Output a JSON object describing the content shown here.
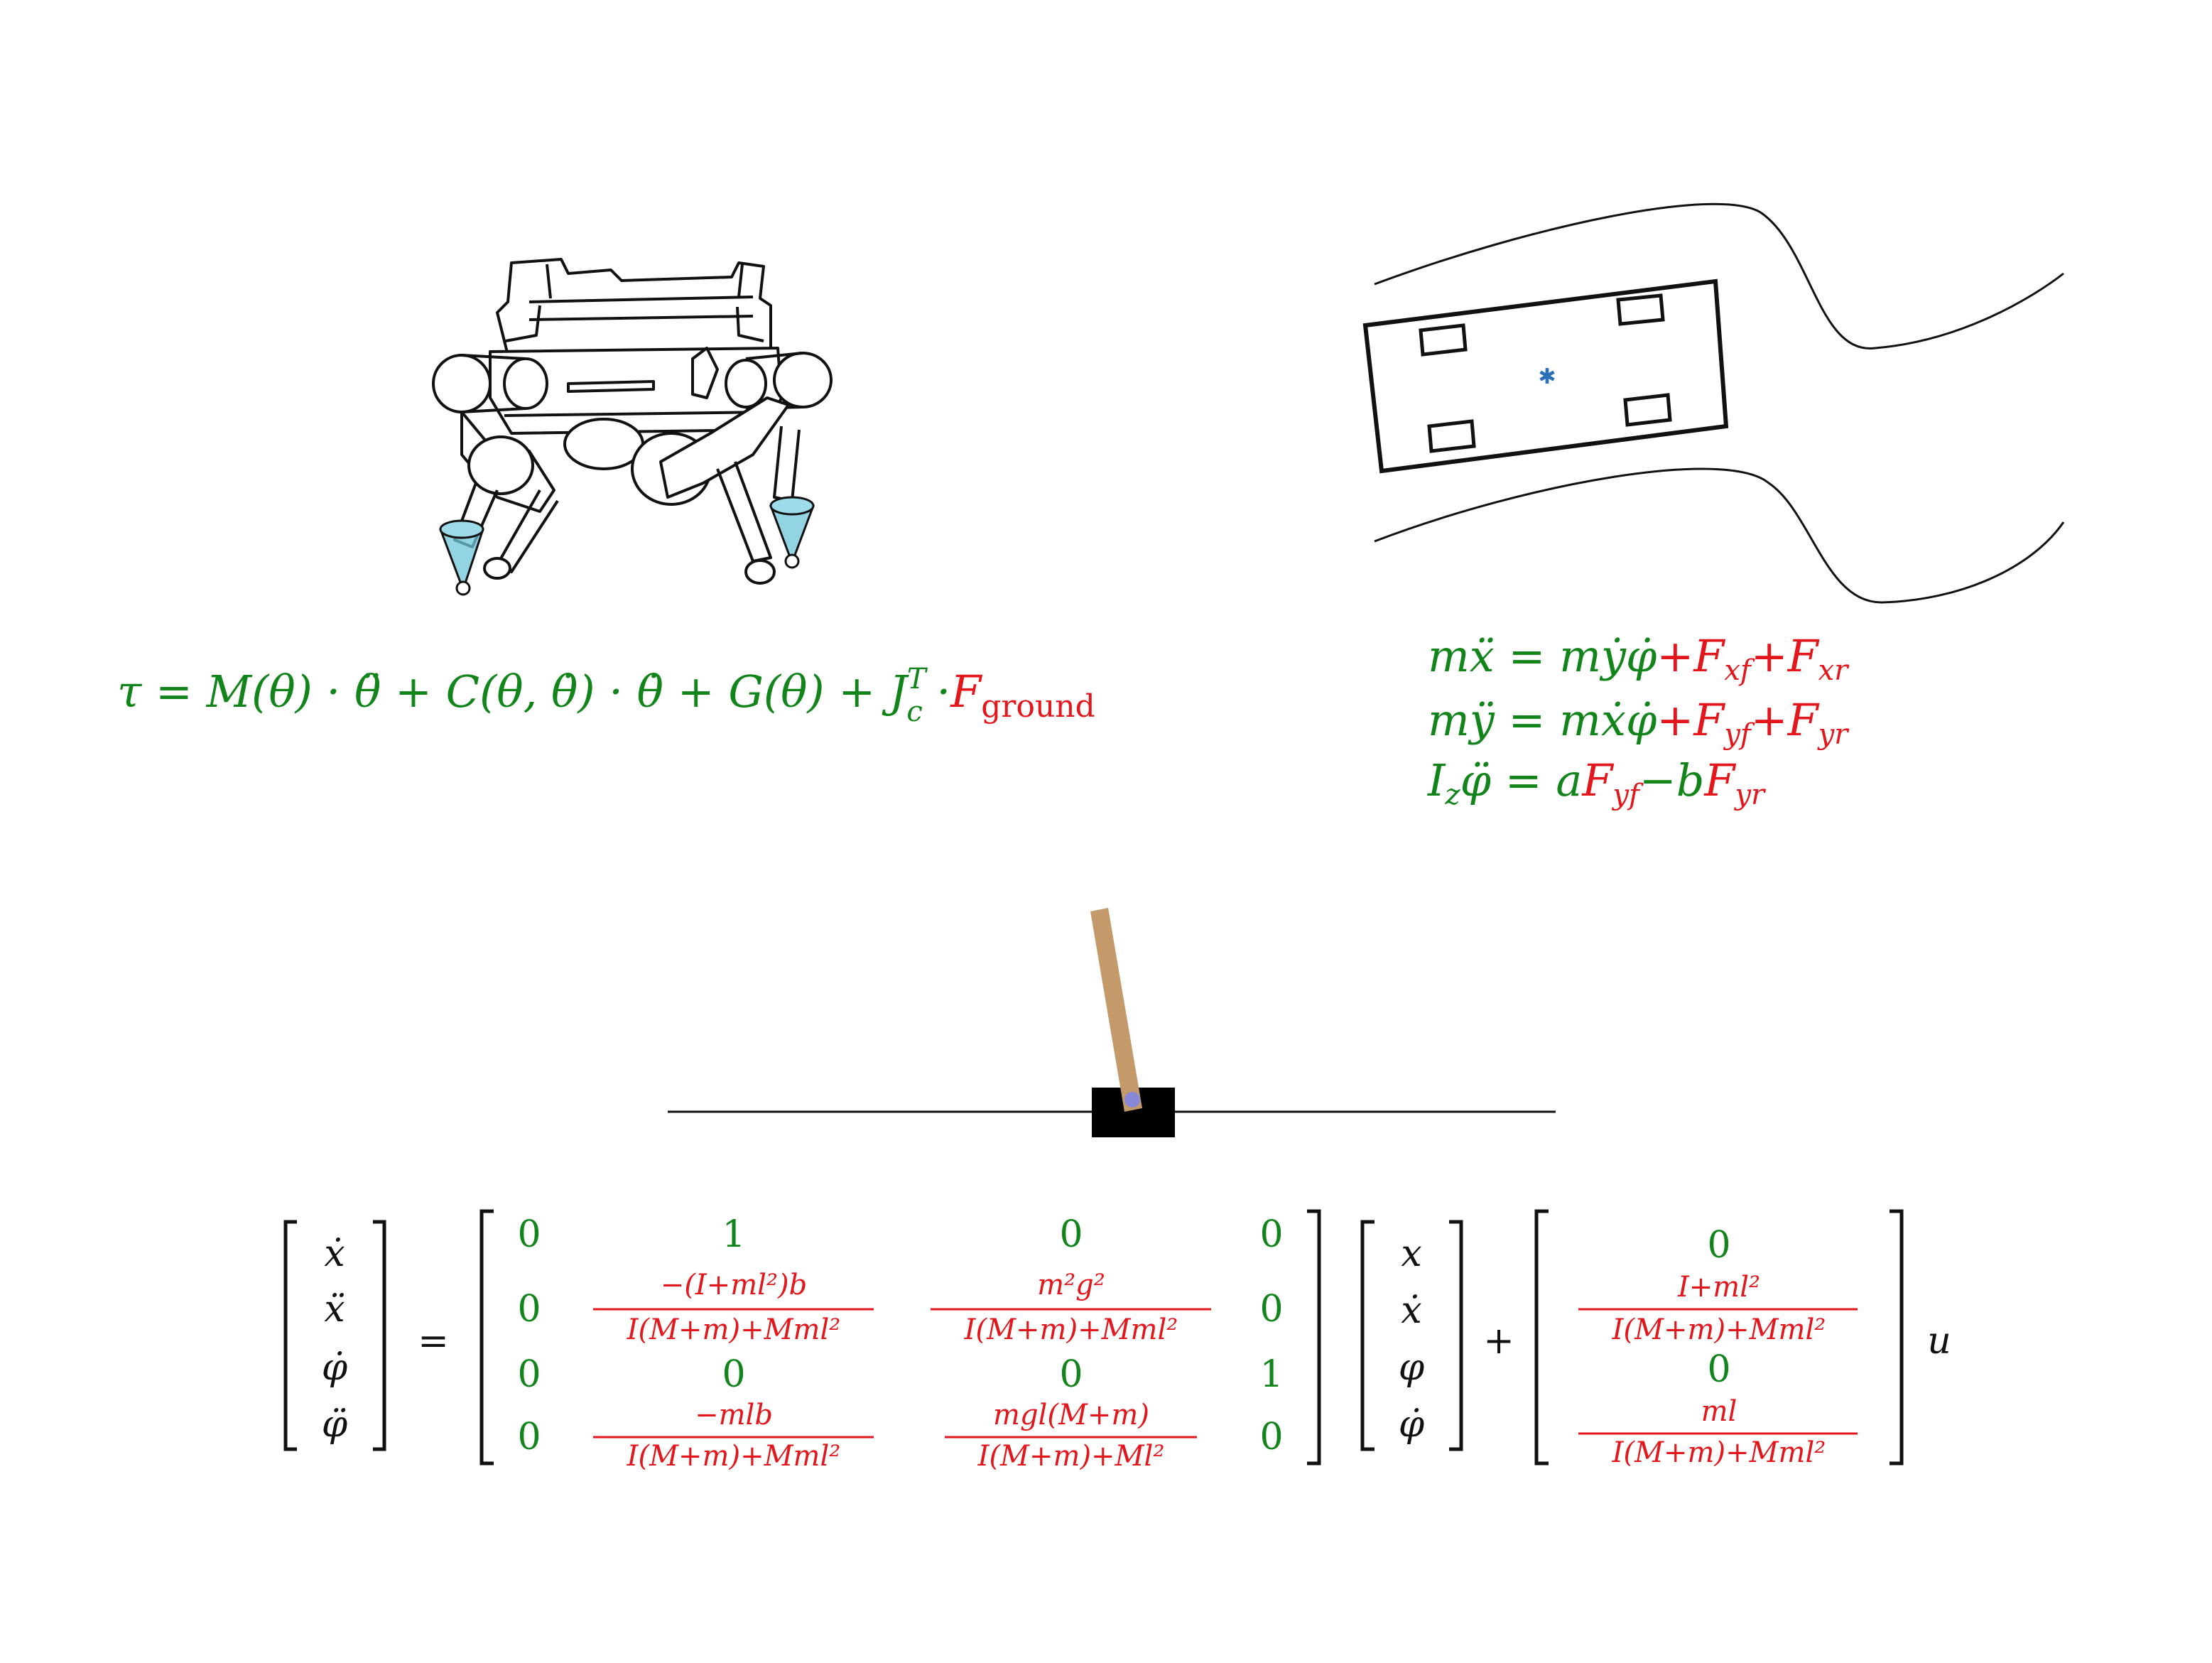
{
  "colors": {
    "known_terms": "#11841a",
    "unknown_terms": "#e3171b",
    "ink": "#111111",
    "cone_fill": "#6fc5d9",
    "pole": "#c59a6a",
    "axle": "#8888d8",
    "center_marker": "#2a6fb7"
  },
  "panels": {
    "quadruped": {
      "equation": {
        "lhs": "τ = M(θ) · θ̈ + C(θ, θ̇) · θ̇ + G(θ) + ",
        "jacobian": "J",
        "jacobian_sup": "T",
        "jacobian_sub": "c",
        "dot": " ·",
        "force": "F",
        "force_sub": "ground"
      }
    },
    "vehicle": {
      "equations": [
        {
          "known": "mẍ = mẏφ̇",
          "unknown": "+F",
          "sub1": "xf",
          "unknown2": "+F",
          "sub2": "xr"
        },
        {
          "known": "mÿ = mẋφ̇",
          "unknown": "+F",
          "sub1": "yf",
          "unknown2": "+F",
          "sub2": "yr"
        },
        {
          "known_a": "I",
          "known_a_sub": "z",
          "known_b": "φ̈ = a",
          "unknown": "F",
          "sub1": "yf",
          "mid": "−b",
          "unknown2": "F",
          "sub2": "yr"
        }
      ]
    },
    "cartpole": {
      "state_derivative": [
        "ẋ",
        "ẍ",
        "φ̇",
        "φ̈"
      ],
      "equals": "=",
      "A_matrix": {
        "row1": [
          "0",
          "1",
          "0",
          "0"
        ],
        "row2_c1": "0",
        "row2_c2_num": "−(I+ml²)b",
        "row2_c2_den": "I(M+m)+Mml²",
        "row2_c3_num": "m²g²",
        "row2_c3_den": "I(M+m)+Mml²",
        "row2_c4": "0",
        "row3": [
          "0",
          "0",
          "0",
          "1"
        ],
        "row4_c1": "0",
        "row4_c2_num": "−mlb",
        "row4_c2_den": "I(M+m)+Mml²",
        "row4_c3_num": "mgl(M+m)",
        "row4_c3_den": "I(M+m)+Ml²",
        "row4_c4": "0"
      },
      "state": [
        "x",
        "ẋ",
        "φ",
        "φ̇"
      ],
      "plus": "+",
      "B_vector": {
        "b1": "0",
        "b2_num": "I+ml²",
        "b2_den": "I(M+m)+Mml²",
        "b3": "0",
        "b4_num": "ml",
        "b4_den": "I(M+m)+Mml²"
      },
      "input": "u"
    }
  }
}
